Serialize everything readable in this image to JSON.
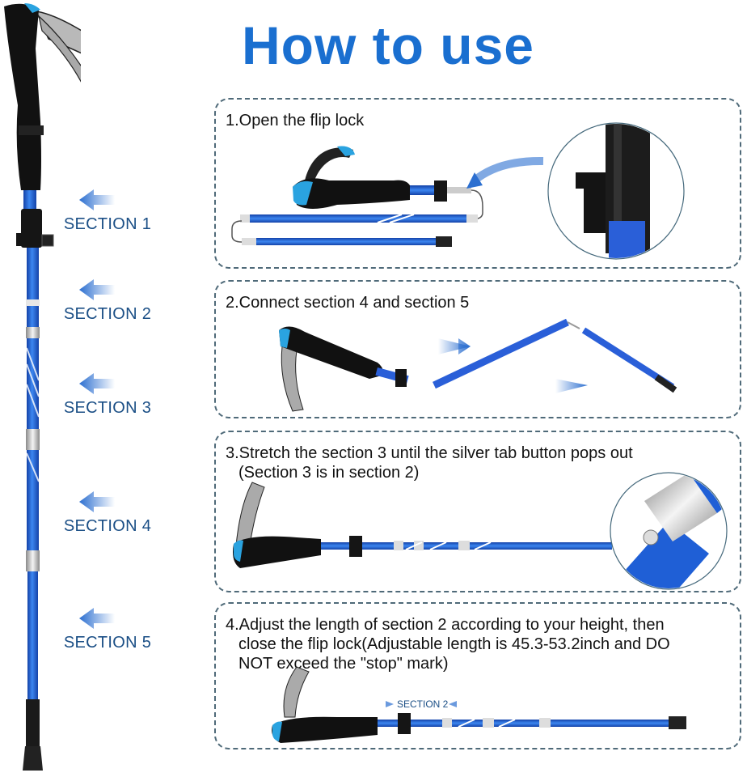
{
  "title": "How to use",
  "sections": [
    {
      "label": "SECTION 1"
    },
    {
      "label": "SECTION 2"
    },
    {
      "label": "SECTION 3"
    },
    {
      "label": "SECTION 4"
    },
    {
      "label": "SECTION 5"
    }
  ],
  "steps": [
    {
      "number": "1.",
      "text": "Open the flip lock",
      "lines": [
        "1.Open the flip lock"
      ]
    },
    {
      "number": "2.",
      "text": "Connect section 4 and section 5",
      "lines": [
        "2.Connect section 4 and section 5"
      ]
    },
    {
      "number": "3.",
      "text": "Stretch the section 3 until the silver tab button pops out (Section 3 is in section 2)",
      "lines": [
        "3.Stretch the section 3 until the silver tab button pops out",
        "(Section 3 is in section 2)"
      ]
    },
    {
      "number": "4.",
      "text": "Adjust the length of section 2 according to your height, then close the flip lock(Adjustable length is 45.3-53.2inch and DO NOT exceed the \"stop\" mark)",
      "lines": [
        "4.Adjust the length of section 2 according to your height, then",
        "close the flip lock(Adjustable length is 45.3-53.2inch and DO",
        "NOT exceed the \"stop\" mark)"
      ],
      "inline_label": "SECTION 2"
    }
  ],
  "colors": {
    "title_blue": "#1a6fd0",
    "section_text": "#1b4f86",
    "pole_blue": "#1f5fd6",
    "grip_black": "#111111",
    "accent_cyan": "#2aa3e0",
    "border_dash": "#4f6a79"
  }
}
